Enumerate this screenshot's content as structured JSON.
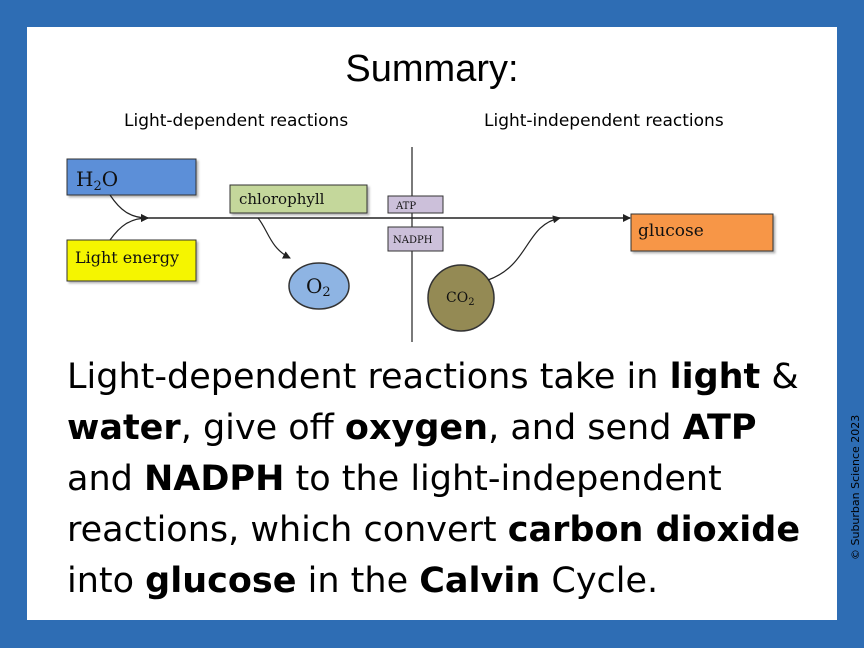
{
  "slide": {
    "title": "Summary:",
    "label_left": "Light-dependent reactions",
    "label_right": "Light-independent reactions",
    "copyright": "© Suburban Science 2023"
  },
  "diagram": {
    "h2o": "H",
    "h2o_sub": "2",
    "h2o_tail": "O",
    "light_energy": "Light energy",
    "chlorophyll": "chlorophyll",
    "o2": "O",
    "o2_sub": "2",
    "atp": "ATP",
    "nadph": "NADPH",
    "co2": "CO",
    "co2_sub": "2",
    "glucose": "glucose",
    "colors": {
      "h2o": "#5b8fd8",
      "light_energy": "#f5f500",
      "chlorophyll": "#c4d79b",
      "o2": "#8eb4e3",
      "atp_nadph": "#ccc0da",
      "co2": "#948a54",
      "glucose": "#f79646",
      "background": "#2e6db4"
    }
  },
  "paragraph": {
    "t1": "Light-dependent reactions take in ",
    "b1": "light",
    "t2": " & ",
    "b2": "water",
    "t3": ", give off ",
    "b3": "oxygen",
    "t4": ", and send ",
    "b4": "ATP",
    "t5": " and ",
    "b5": "NADPH",
    "t6": " to the light-independent reactions, which convert ",
    "b6": "carbon dioxide",
    "t7": " into ",
    "b7": "glucose",
    "t8": " in the ",
    "b8": "Calvin",
    "t9": " Cycle."
  }
}
